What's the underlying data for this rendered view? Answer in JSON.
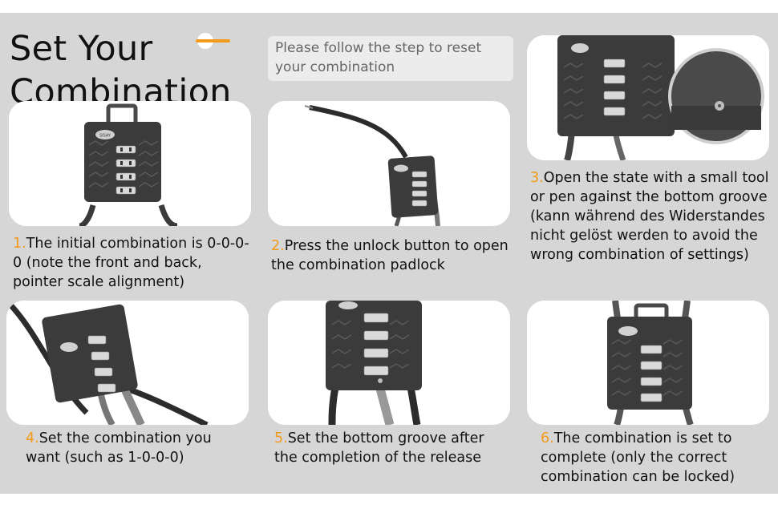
{
  "header": {
    "title_line1": "Set Your",
    "title_line2": "Combination",
    "subtitle": "Please follow the step to reset your combination"
  },
  "brand_text": "SISAY",
  "accent_color": "#f39a1a",
  "steps": [
    {
      "number": "1.",
      "text": "The initial combination is 0-0-0-0 (note the front and back, pointer scale alignment)"
    },
    {
      "number": "2.",
      "text": "Press the unlock button to open the combination padlock"
    },
    {
      "number": "3.",
      "text": "Open the state with a small tool or pen against the bottom groove (kann während des Widerstandes nicht gelöst werden to avoid the wrong combination of settings)"
    },
    {
      "number": "4.",
      "text": "Set the combination you want (such as 1-0-0-0)"
    },
    {
      "number": "5.",
      "text": "Set the bottom groove after the completion of the release"
    },
    {
      "number": "6.",
      "text": "The combination is set to complete (only the correct combination can be locked)"
    }
  ]
}
